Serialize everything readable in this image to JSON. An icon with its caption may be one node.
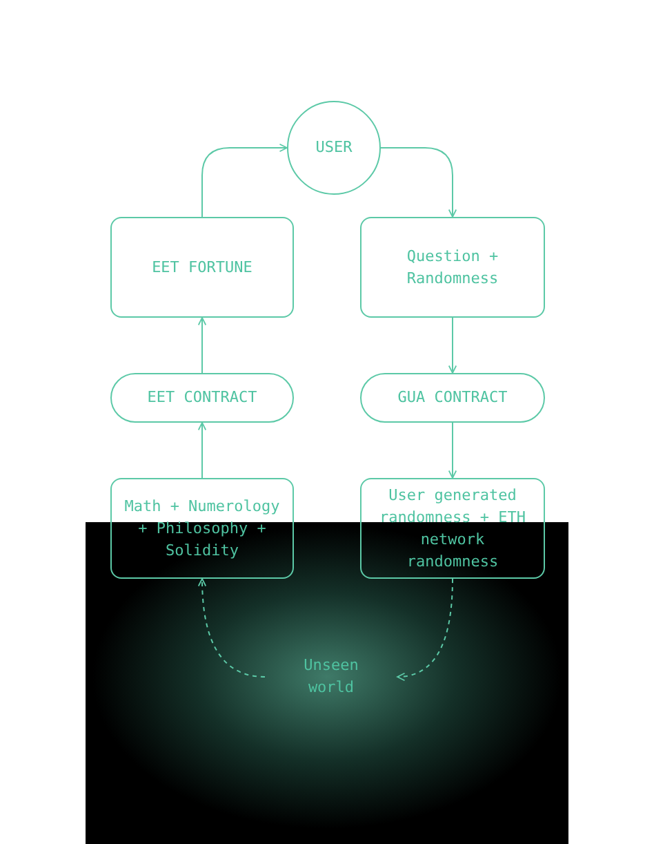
{
  "diagram": {
    "nodes": [
      {
        "text": [
          "USER"
        ]
      },
      {
        "text": [
          "EET FORTUNE"
        ]
      },
      {
        "text": [
          "Question + Randomness"
        ]
      },
      {
        "text": [
          "EET CONTRACT"
        ]
      },
      {
        "text": [
          "GUA CONTRACT"
        ]
      },
      {
        "text": [
          "Math + Numerology + Philosophy + Solidity"
        ]
      },
      {
        "text": [
          "User generated randomness + ETH network randomness"
        ]
      },
      {
        "text": [
          "Unseen world"
        ]
      }
    ],
    "edges": [
      {
        "from": 1,
        "to": 0,
        "arrow": "to"
      },
      {
        "from": 0,
        "to": 2,
        "arrow": "to"
      },
      {
        "from": 3,
        "to": 1,
        "arrow": "to"
      },
      {
        "from": 2,
        "to": 4,
        "arrow": "to"
      },
      {
        "from": 5,
        "to": 3,
        "arrow": "to"
      },
      {
        "from": 4,
        "to": 6,
        "arrow": "to"
      },
      {
        "from": 7,
        "to": 5,
        "arrow": "to",
        "style": "dashed"
      },
      {
        "from": 6,
        "to": 7,
        "arrow": "to",
        "style": "dashed"
      }
    ]
  }
}
